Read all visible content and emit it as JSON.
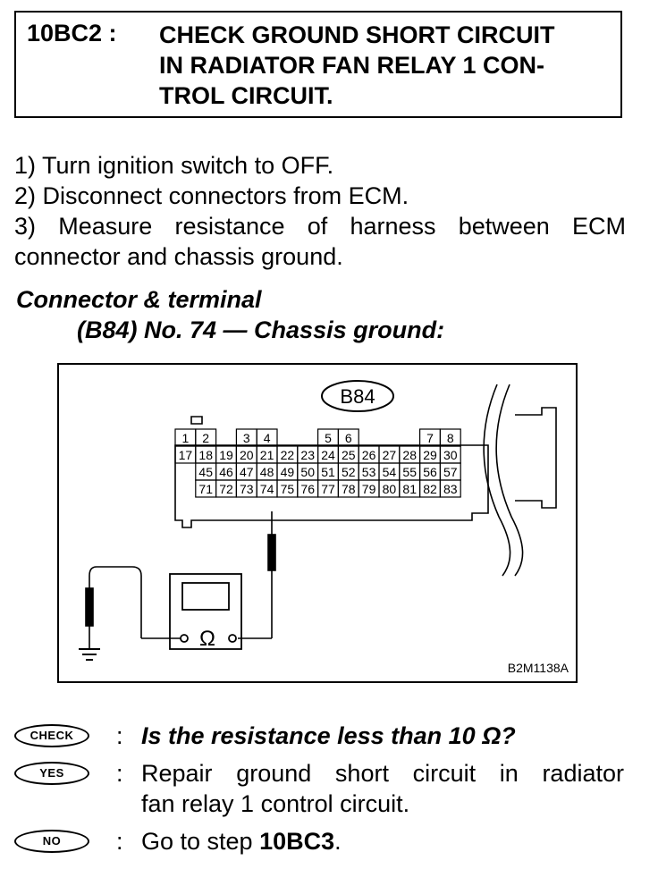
{
  "header": {
    "step_code": "10BC2 :",
    "title_lines": [
      "CHECK GROUND SHORT CIRCUIT",
      "IN RADIATOR FAN RELAY 1 CON-",
      "TROL CIRCUIT."
    ]
  },
  "steps": {
    "line1": "1) Turn ignition switch to OFF.",
    "line2": "2) Disconnect connectors from ECM.",
    "line3": "3) Measure resistance of harness between ECM",
    "line4": "connector and chassis ground."
  },
  "connector": {
    "heading": "Connector & terminal",
    "sub": "(B84) No. 74 — Chassis ground:"
  },
  "diagram": {
    "connector_label": "B84",
    "meter_symbol": "Ω",
    "figure_code": "B2M1138A",
    "row1": [
      "1",
      "2",
      "3",
      "4",
      "5",
      "6",
      "7",
      "8"
    ],
    "row2": [
      "17",
      "18",
      "19",
      "20",
      "21",
      "22",
      "23",
      "24",
      "25",
      "26",
      "27",
      "28",
      "29",
      "30"
    ],
    "row3": [
      "45",
      "46",
      "47",
      "48",
      "49",
      "50",
      "51",
      "52",
      "53",
      "54",
      "55",
      "56",
      "57"
    ],
    "row4": [
      "71",
      "72",
      "73",
      "74",
      "75",
      "76",
      "77",
      "78",
      "79",
      "80",
      "81",
      "82",
      "83"
    ]
  },
  "qa": {
    "check_badge": "CHECK",
    "yes_badge": "YES",
    "no_badge": "NO",
    "colon": ":",
    "question": "Is the resistance less than 10 Ω?",
    "yes_line1": "Repair ground short circuit in radiator",
    "yes_line2": "fan relay 1 control circuit.",
    "no_text": "Go to step ",
    "no_step": "10BC3",
    "no_end": "."
  }
}
